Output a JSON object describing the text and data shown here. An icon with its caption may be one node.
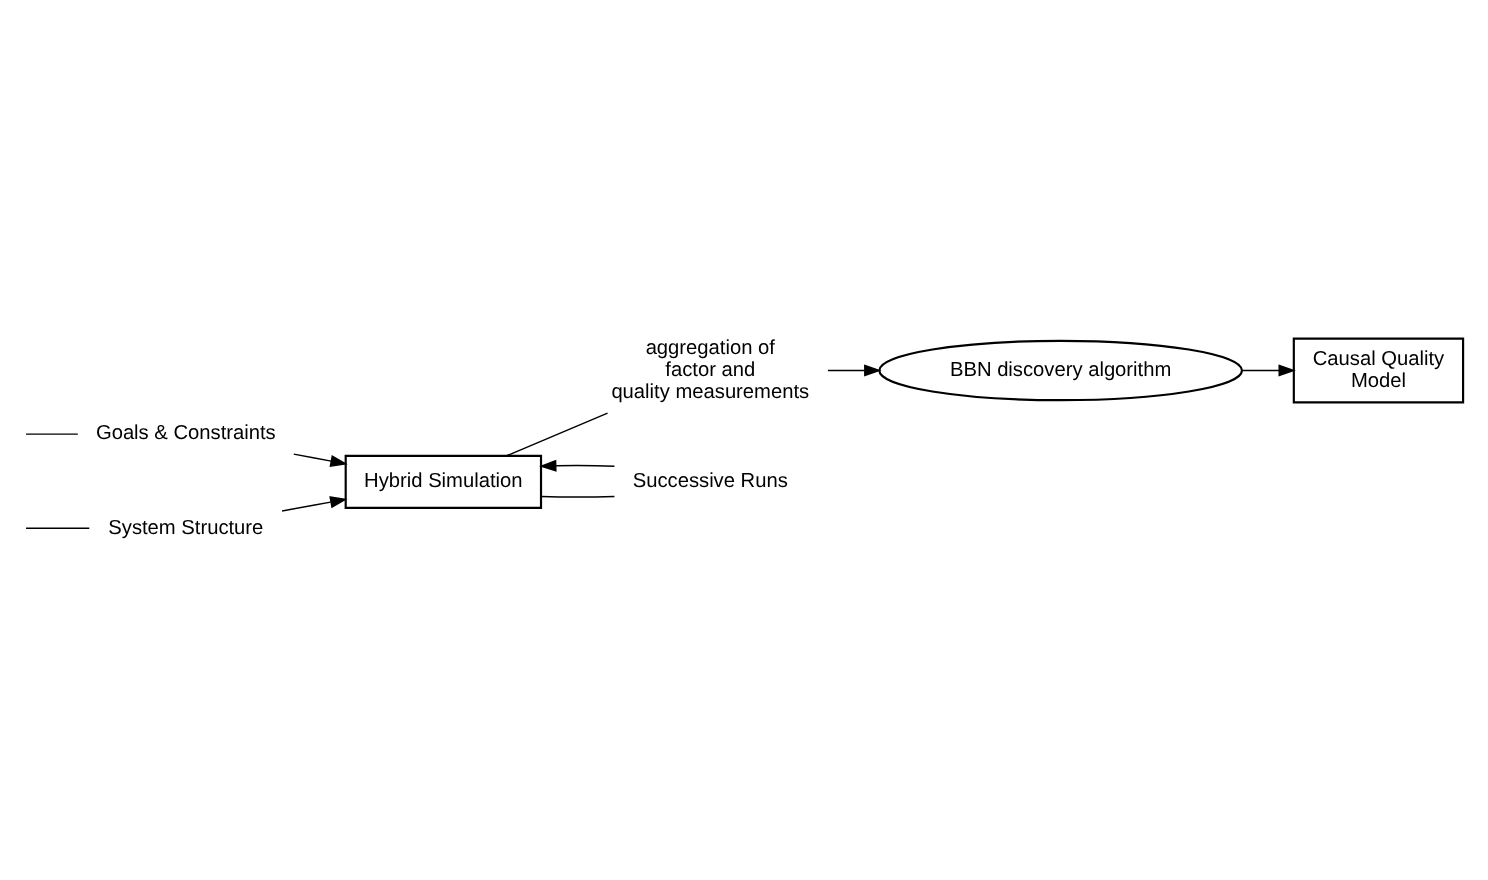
{
  "diagram": {
    "nodes": [
      {
        "text": [
          "System Structure"
        ]
      },
      {
        "text": [
          "Goals & Constraints"
        ]
      },
      {
        "text": [
          "Hybrid Simulation"
        ]
      },
      {
        "text": [
          "BBN discovery algorithm"
        ]
      },
      {
        "text": [
          "aggregation of factor and quality measurements"
        ]
      },
      {
        "text": [
          "Successive Runs"
        ]
      },
      {
        "text": [
          "Causal Quality Model"
        ]
      }
    ],
    "edges": [
      {
        "from": null,
        "to": 0,
        "arrow": "none"
      },
      {
        "from": 0,
        "to": 2,
        "arrow": "to"
      },
      {
        "from": null,
        "to": 1,
        "arrow": "none"
      },
      {
        "from": 1,
        "to": 2,
        "arrow": "to"
      },
      {
        "from": 2,
        "to": 4,
        "arrow": "none"
      },
      {
        "from": 4,
        "to": 3,
        "arrow": "to"
      },
      {
        "from": 3,
        "to": 6,
        "arrow": "to"
      },
      {
        "from": 2,
        "to": 5,
        "arrow": "none"
      },
      {
        "from": 5,
        "to": 2,
        "arrow": "to"
      }
    ]
  }
}
